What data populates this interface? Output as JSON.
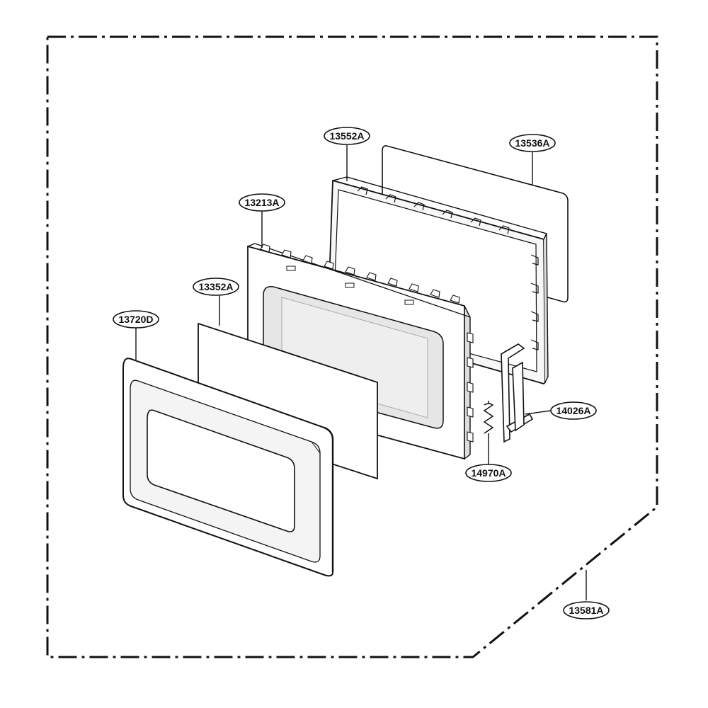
{
  "parts": [
    {
      "id": "p1",
      "label": "13552A"
    },
    {
      "id": "p2",
      "label": "13536A"
    },
    {
      "id": "p3",
      "label": "13213A"
    },
    {
      "id": "p4",
      "label": "13352A"
    },
    {
      "id": "p5",
      "label": "13720D"
    },
    {
      "id": "p6",
      "label": "14026A"
    },
    {
      "id": "p7",
      "label": "14970A"
    },
    {
      "id": "p8",
      "label": "13581A"
    }
  ],
  "colors": {
    "line": "#111111",
    "fill": "#ffffff",
    "window": "#e6e6e6",
    "shade": "#cfcfcf"
  }
}
